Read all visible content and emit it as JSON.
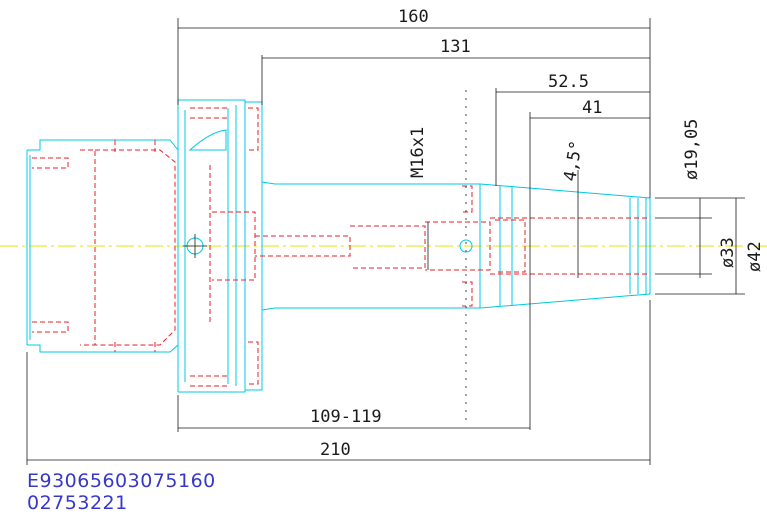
{
  "dimensions": {
    "overall_top": "160",
    "shank": "131",
    "taper_a": "52.5",
    "taper_b": "41",
    "thread": "M16x1",
    "angle": "4,5°",
    "dia_a": "ø19,05",
    "dia_b": "ø33",
    "dia_c": "ø42",
    "range": "109-119",
    "overall_bottom": "210"
  },
  "codes": {
    "line1": "E93065603075160",
    "line2": "02753221"
  },
  "colors": {
    "outline": "#00c8e6",
    "hidden": "#e8202a",
    "dimension": "#1a1a1a",
    "centerline": "#e6e600",
    "code_text": "#3838c8"
  }
}
